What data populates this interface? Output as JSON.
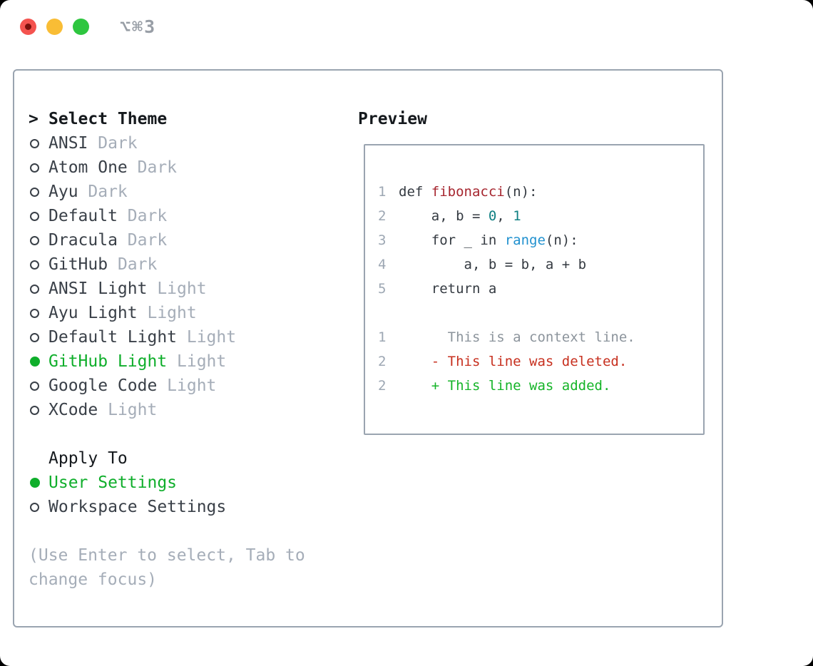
{
  "window": {
    "title": "⌥⌘3"
  },
  "theme_panel": {
    "prompt": ">",
    "title": "Select Theme",
    "items": [
      {
        "name": "ANSI",
        "variant": "Dark",
        "selected": false
      },
      {
        "name": "Atom One",
        "variant": "Dark",
        "selected": false
      },
      {
        "name": "Ayu",
        "variant": "Dark",
        "selected": false
      },
      {
        "name": "Default",
        "variant": "Dark",
        "selected": false
      },
      {
        "name": "Dracula",
        "variant": "Dark",
        "selected": false
      },
      {
        "name": "GitHub",
        "variant": "Dark",
        "selected": false
      },
      {
        "name": "ANSI Light",
        "variant": "Light",
        "selected": false
      },
      {
        "name": "Ayu Light",
        "variant": "Light",
        "selected": false
      },
      {
        "name": "Default Light",
        "variant": "Light",
        "selected": false
      },
      {
        "name": "GitHub Light",
        "variant": "Light",
        "selected": true
      },
      {
        "name": "Google Code",
        "variant": "Light",
        "selected": false
      },
      {
        "name": "XCode",
        "variant": "Light",
        "selected": false
      }
    ]
  },
  "apply_to": {
    "title": "Apply To",
    "options": [
      {
        "name": "User Settings",
        "selected": true
      },
      {
        "name": "Workspace Settings",
        "selected": false
      }
    ]
  },
  "hint": "(Use Enter to select, Tab to change focus)",
  "preview": {
    "title": "Preview",
    "lines": [
      {
        "kind": "code",
        "num": "1",
        "segments": [
          {
            "t": "def ",
            "c": "fg"
          },
          {
            "t": "fibonacci",
            "c": "func"
          },
          {
            "t": "(n):",
            "c": "fg"
          }
        ]
      },
      {
        "kind": "code",
        "num": "2",
        "segments": [
          {
            "t": "    a, b = ",
            "c": "fg"
          },
          {
            "t": "0",
            "c": "lit"
          },
          {
            "t": ", ",
            "c": "fg"
          },
          {
            "t": "1",
            "c": "lit"
          }
        ]
      },
      {
        "kind": "code",
        "num": "3",
        "segments": [
          {
            "t": "    for _ in ",
            "c": "fg"
          },
          {
            "t": "range",
            "c": "builtin"
          },
          {
            "t": "(n):",
            "c": "fg"
          }
        ]
      },
      {
        "kind": "code",
        "num": "4",
        "segments": [
          {
            "t": "        a, b = b, a + b",
            "c": "fg"
          }
        ]
      },
      {
        "kind": "code",
        "num": "5",
        "segments": [
          {
            "t": "    return a",
            "c": "fg"
          }
        ]
      },
      {
        "kind": "blank",
        "num": "",
        "segments": []
      },
      {
        "kind": "context",
        "num": "1",
        "segments": [
          {
            "t": "      This is a context line.",
            "c": "ctx"
          }
        ]
      },
      {
        "kind": "deleted",
        "num": "2",
        "segments": [
          {
            "t": "    - This line was deleted.",
            "c": "del"
          }
        ]
      },
      {
        "kind": "added",
        "num": "2",
        "segments": [
          {
            "t": "    + This line was added.",
            "c": "add"
          }
        ]
      }
    ]
  },
  "colors": {
    "heading": "#15191d",
    "item": "#3a4048",
    "muted": "#a5adb8",
    "selected_green": "#0fae2b",
    "border": "#9aa4b0",
    "line_number": "#9da7b3",
    "code_fg": "#343a41",
    "function_red": "#a6262f",
    "literal_teal": "#0f7f82",
    "builtin_blue": "#2191cf",
    "context_gray": "#8c949c",
    "deleted_red": "#c7301f",
    "added_green": "#15b428",
    "traffic_red": "#f4534f",
    "traffic_red_dot": "#7a100c",
    "traffic_yellow": "#f9bd35",
    "traffic_green": "#2ec63f",
    "title_text": "#989ea6"
  }
}
